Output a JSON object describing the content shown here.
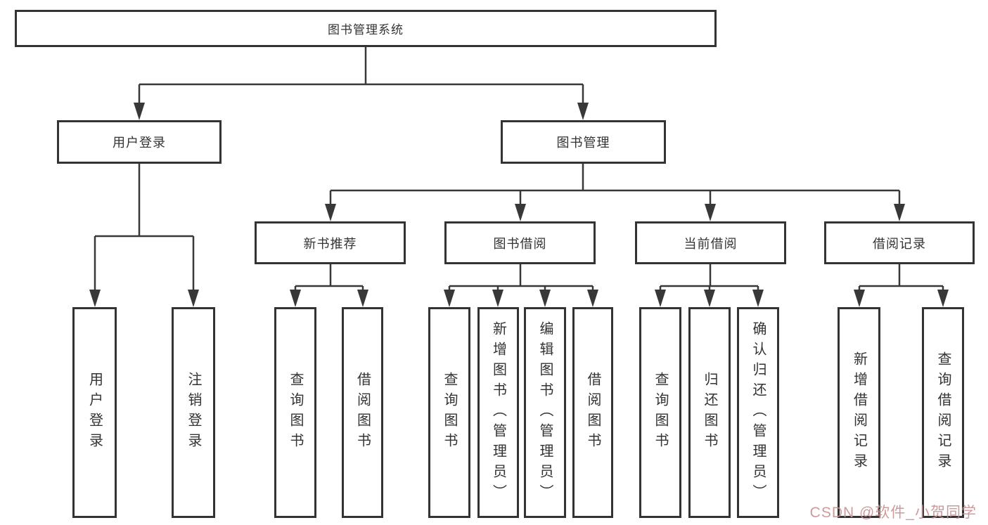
{
  "tree": {
    "label": "图书管理系统",
    "children": [
      {
        "label": "用户登录",
        "children": [
          {
            "label": "用户登录"
          },
          {
            "label": "注销登录"
          }
        ]
      },
      {
        "label": "图书管理",
        "children": [
          {
            "label": "新书推荐",
            "children": [
              {
                "label": "查询图书"
              },
              {
                "label": "借阅图书"
              }
            ]
          },
          {
            "label": "图书借阅",
            "children": [
              {
                "label": "查询图书"
              },
              {
                "label": "新增图书（管理员）"
              },
              {
                "label": "编辑图书（管理员）"
              },
              {
                "label": "借阅图书"
              }
            ]
          },
          {
            "label": "当前借阅",
            "children": [
              {
                "label": "查询图书"
              },
              {
                "label": "归还图书"
              },
              {
                "label": "确认归还（管理员）"
              }
            ]
          },
          {
            "label": "借阅记录",
            "children": [
              {
                "label": "新增借阅记录"
              },
              {
                "label": "查询借阅记录"
              }
            ]
          }
        ]
      }
    ]
  },
  "watermark": {
    "text": "CSDN @软件_小贺同学"
  },
  "colors": {
    "line": "#383838",
    "box_border": "#333333",
    "text": "#333333",
    "watermark": "#c99090"
  }
}
